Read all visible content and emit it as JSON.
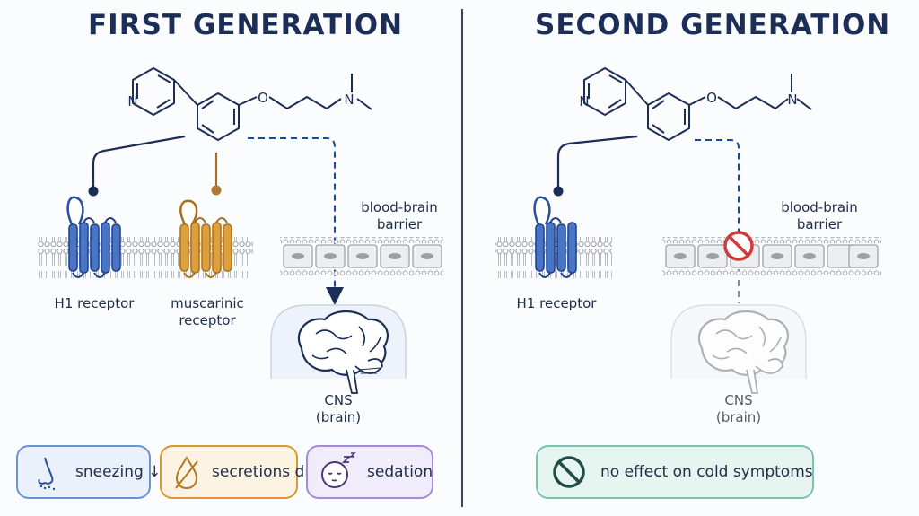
{
  "panels": {
    "first": {
      "title": "FIRST GENERATION",
      "labels": {
        "h1": "H1 receptor",
        "muscarinic_1": "muscarinic",
        "muscarinic_2": "receptor",
        "bbb_1": "blood-brain",
        "bbb_2": "barrier",
        "cns_1": "CNS",
        "cns_2": "(brain)"
      },
      "effects": [
        {
          "label": "sneezing ↓",
          "icon": "nose-icon",
          "color": "#4a74c4"
        },
        {
          "label": "secretions dry",
          "icon": "no-droplet-icon",
          "color": "#d89a2e"
        },
        {
          "label": "sedation",
          "icon": "sleeping-face-icon",
          "color": "#8a6fc4"
        }
      ]
    },
    "second": {
      "title": "SECOND GENERATION",
      "labels": {
        "h1": "H1 receptor",
        "bbb_1": "blood-brain",
        "bbb_2": "barrier",
        "cns_1": "CNS",
        "cns_2": "(brain)"
      },
      "effects": [
        {
          "label": "no effect on cold symptoms",
          "icon": "prohibited-icon",
          "color": "#3f9a8a"
        }
      ]
    }
  },
  "molecule_atoms": {
    "nitrogen": "N",
    "oxygen": "O"
  },
  "colors": {
    "navy": "#1c2e57",
    "h1_receptor": "#4a74c4",
    "muscarinic_receptor": "#d89a2e",
    "blocked": "#d23a3a"
  }
}
